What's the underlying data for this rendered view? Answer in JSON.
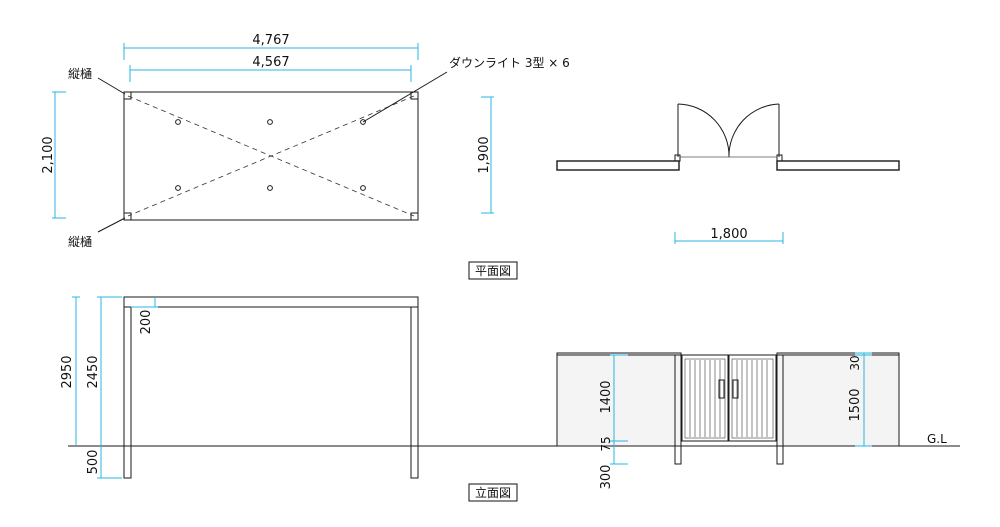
{
  "plan": {
    "caption": "平面図",
    "dim_outer_width": "4,767",
    "dim_inner_width": "4,567",
    "dim_depth_outer": "2,100",
    "dim_depth_inner": "1,900",
    "note_downlight": "ダウンライト 3型 × 6",
    "note_post_top": "縦樋",
    "note_post_bottom": "縦樋",
    "gate_width": "1,800"
  },
  "elevation": {
    "caption": "立面図",
    "dim_total_height": "2950",
    "dim_clear_height": "2450",
    "dim_beam": "200",
    "dim_foundation": "500",
    "dim_gate_height": "1400",
    "dim_gate_gap": "75",
    "dim_gate_foundation": "300",
    "dim_wall_height": "1500",
    "dim_wall_cap": "30",
    "ground_label": "G.L"
  }
}
